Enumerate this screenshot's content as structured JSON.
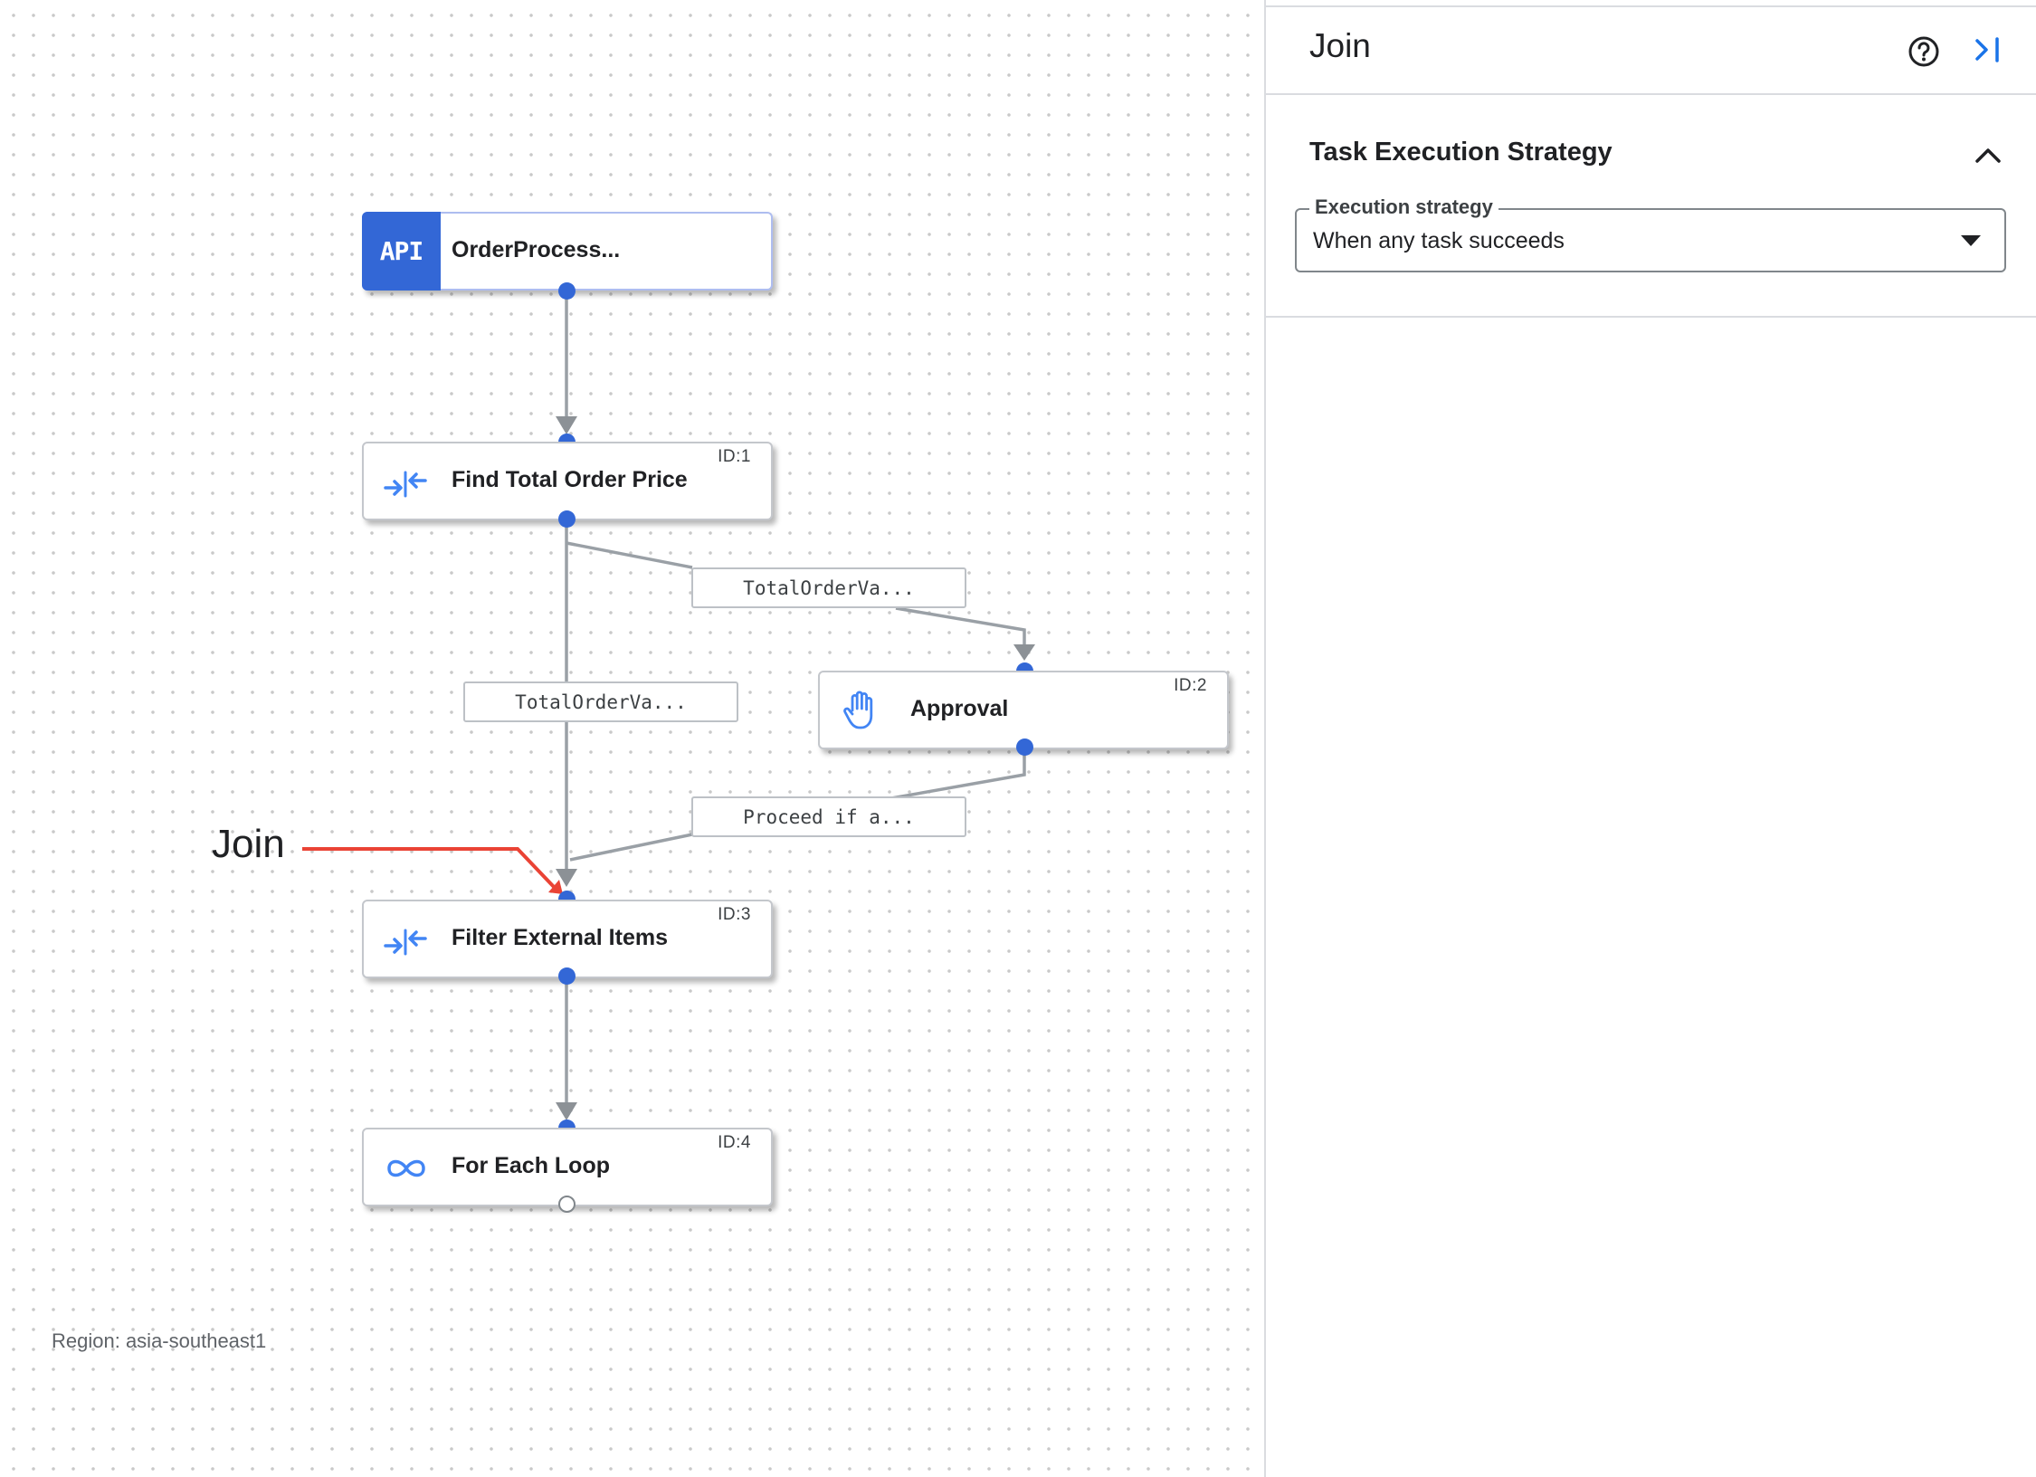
{
  "canvas": {
    "nodes": [
      {
        "key": "api",
        "title": "OrderProcess...",
        "badge": "API",
        "id_label": ""
      },
      {
        "key": "find-total-order-price",
        "title": "Find Total Order Price",
        "id_label": "ID:1",
        "icon": "data-mapping-icon"
      },
      {
        "key": "approval",
        "title": "Approval",
        "id_label": "ID:2",
        "icon": "hand-icon"
      },
      {
        "key": "filter-external-items",
        "title": "Filter External Items",
        "id_label": "ID:3",
        "icon": "data-mapping-icon"
      },
      {
        "key": "for-each-loop",
        "title": "For Each Loop",
        "id_label": "ID:4",
        "icon": "infinity-loop-icon"
      }
    ],
    "edge_labels": [
      "TotalOrderVa...",
      "TotalOrderVa...",
      "Proceed if a..."
    ],
    "annotation": {
      "text": "Join",
      "color": "#ea4335"
    },
    "region": "Region: asia-southeast1"
  },
  "panel": {
    "title": "Join",
    "section_title": "Task Execution Strategy",
    "select": {
      "label": "Execution strategy",
      "value": "When any task succeeds"
    }
  },
  "colors": {
    "accent": "#3367d6",
    "wire": "#9aa0a6",
    "annotation": "#ea4335"
  }
}
